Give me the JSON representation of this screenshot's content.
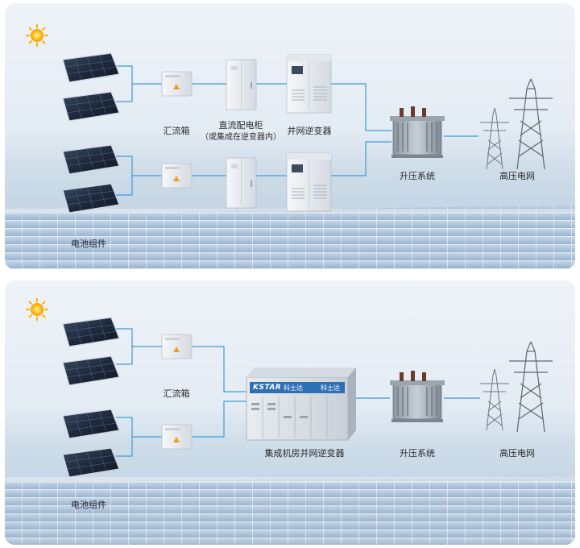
{
  "colors": {
    "wire": "#3f9bd6",
    "panel_bg_top": "#eef3f8",
    "field_blue": "#9fb8d2"
  },
  "top_diagram": {
    "labels": {
      "combiner_box": "汇流箱",
      "dc_cabinet_line1": "直流配电柜",
      "dc_cabinet_line2": "（或集成在逆变器内）",
      "inverter": "并网逆变器",
      "step_up": "升压系统",
      "grid": "高压电网",
      "pv_modules": "电池组件"
    }
  },
  "bottom_diagram": {
    "labels": {
      "combiner_box": "汇流箱",
      "container_inverter": "集成机房并网逆变器",
      "step_up": "升压系统",
      "grid": "高压电网",
      "pv_modules": "电池组件"
    },
    "container_brand": "KSTAR",
    "container_brand_cn": "科士达",
    "container_badge": "科士达"
  }
}
